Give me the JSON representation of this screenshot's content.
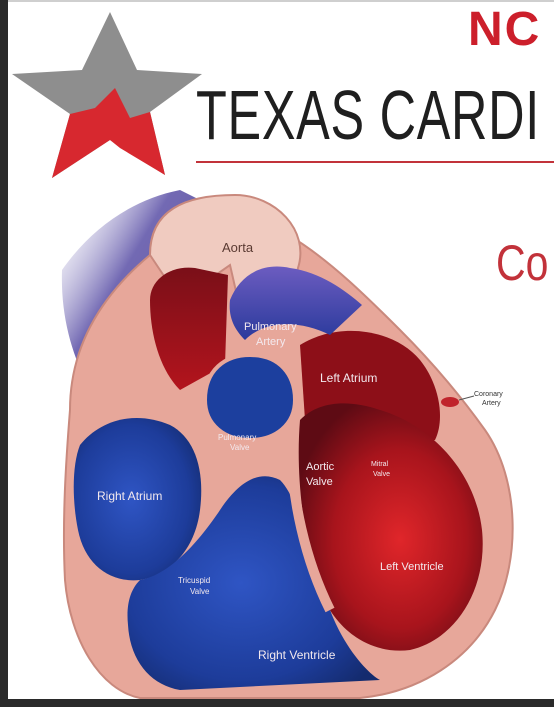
{
  "header": {
    "top_word": "NC",
    "org_name": "TEXAS CARDI",
    "section_title": "Co"
  },
  "diagram": {
    "labels": {
      "aorta": "Aorta",
      "pulmonary_artery_line1": "Pulmonary",
      "pulmonary_artery_line2": "Artery",
      "left_atrium": "Left Atrium",
      "coronary_artery_line1": "Coronary",
      "coronary_artery_line2": "Artery",
      "pulmonary_valve_line1": "Pulmonary",
      "pulmonary_valve_line2": "Valve",
      "aortic_valve_line1": "Aortic",
      "aortic_valve_line2": "Valve",
      "mitral_valve_line1": "Mitral",
      "mitral_valve_line2": "Valve",
      "right_atrium": "Right Atrium",
      "tricuspid_valve_line1": "Tricuspid",
      "tricuspid_valve_line2": "Valve",
      "left_ventricle": "Left Ventricle",
      "right_ventricle": "Right Ventricle"
    }
  }
}
